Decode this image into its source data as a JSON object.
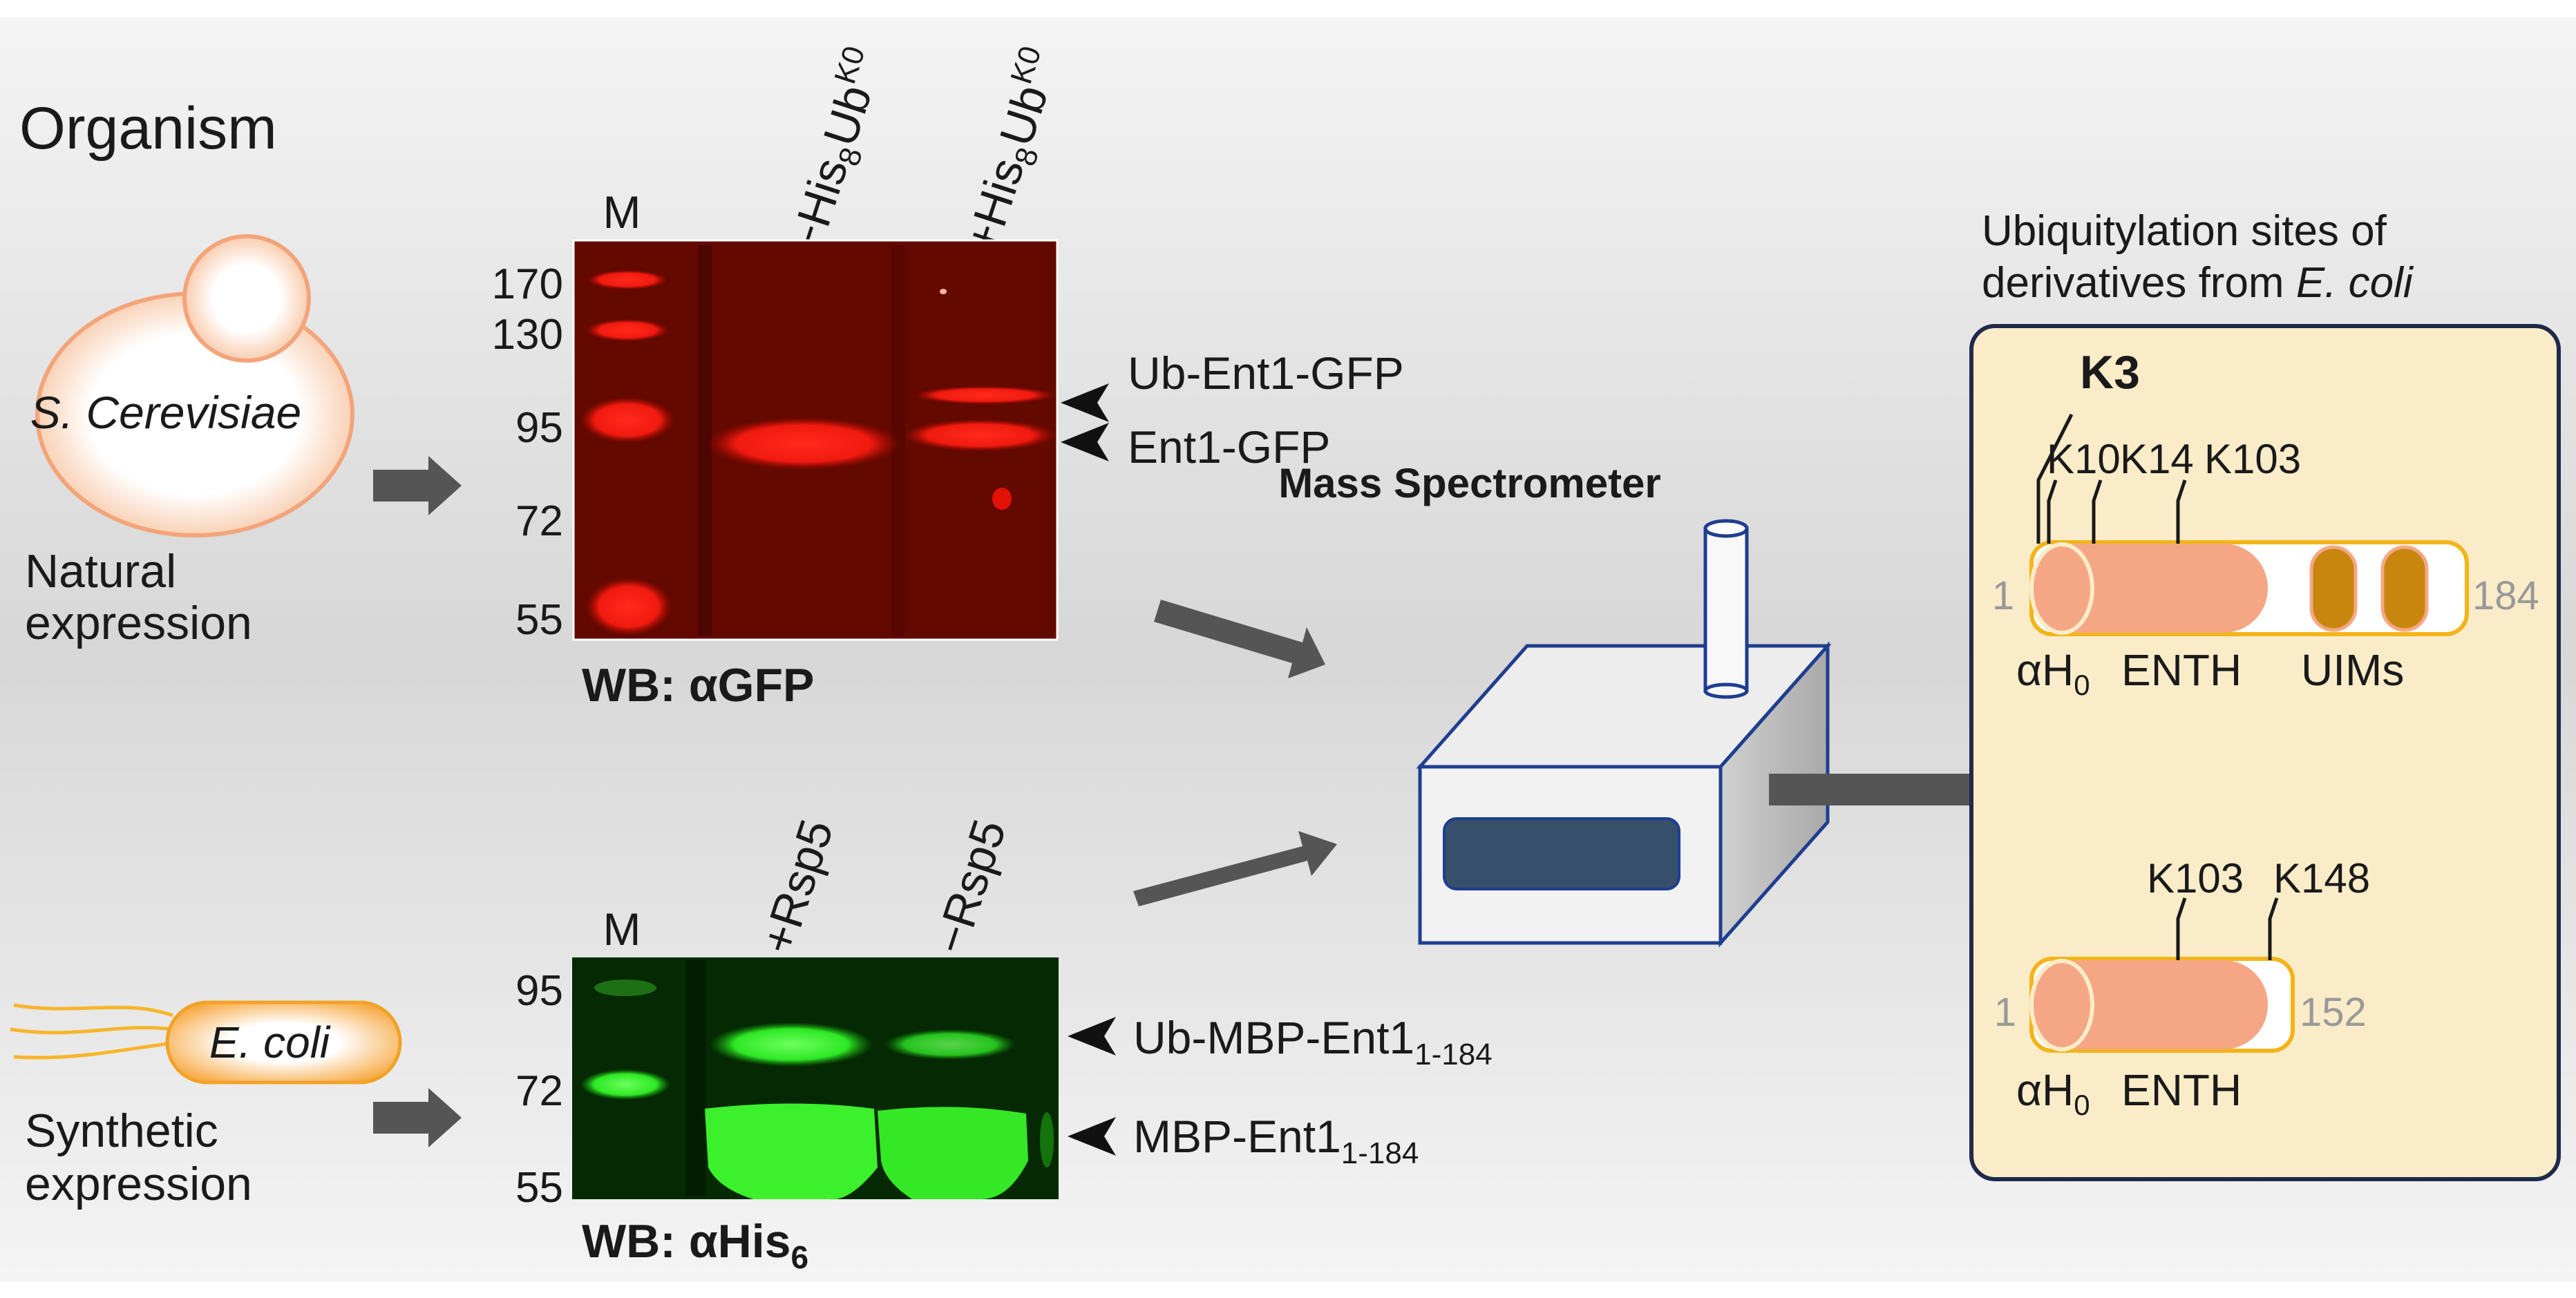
{
  "heading": "Organism",
  "organisms": {
    "yeast": {
      "name": "S. Cerevisiae",
      "expression_line1": "Natural",
      "expression_line2": "expression"
    },
    "ecoli": {
      "name": "E. coli",
      "expression_line1": "Synthetic",
      "expression_line2": "expression"
    }
  },
  "blot_top": {
    "marker_label": "M",
    "lanes": [
      {
        "sign": "−His",
        "sub": "8",
        "base": "Ub",
        "sup": "K0"
      },
      {
        "sign": "+His",
        "sub": "8",
        "base": "Ub",
        "sup": "K0"
      }
    ],
    "mw_markers": [
      "170",
      "130",
      "95",
      "72",
      "55"
    ],
    "bands": [
      {
        "label": "Ub-Ent1-GFP"
      },
      {
        "label": "Ent1-GFP"
      }
    ],
    "caption": "WB: αGFP",
    "color": "#c60a00"
  },
  "blot_bottom": {
    "marker_label": "M",
    "lanes": [
      "+Rsp5",
      "−Rsp5"
    ],
    "mw_markers": [
      "95",
      "72",
      "55"
    ],
    "bands": [
      {
        "label": "Ub-MBP-Ent1",
        "sub": "1-184"
      },
      {
        "label": "MBP-Ent1",
        "sub": "1-184"
      }
    ],
    "caption_main": "WB: αHis",
    "caption_sub": "6",
    "color": "#22d21b"
  },
  "spectrometer": {
    "label": "Mass Spectrometer"
  },
  "sites_panel": {
    "title_line1": "Ubiquitylation sites of",
    "title_line2_prefix": "derivatives from ",
    "title_line2_italic": "E. coli",
    "construct_full": {
      "sites": [
        "K3",
        "K10",
        "K14",
        "K103"
      ],
      "start": "1",
      "end": "184",
      "domain_labels": [
        "αH",
        "0",
        "ENTH",
        "UIMs"
      ]
    },
    "construct_short": {
      "sites": [
        "K103",
        "K148"
      ],
      "start": "1",
      "end": "152",
      "domain_labels": [
        "αH",
        "0",
        "ENTH"
      ]
    }
  },
  "colors": {
    "arrow": "#555555",
    "panel_fill": "#faecc8",
    "panel_border": "#1f2a4a",
    "domain_fill": "#f5a785",
    "uim_fill": "#c8860e",
    "construct_outline": "#f3b419",
    "spectrometer_stroke": "#1f3e8f"
  }
}
